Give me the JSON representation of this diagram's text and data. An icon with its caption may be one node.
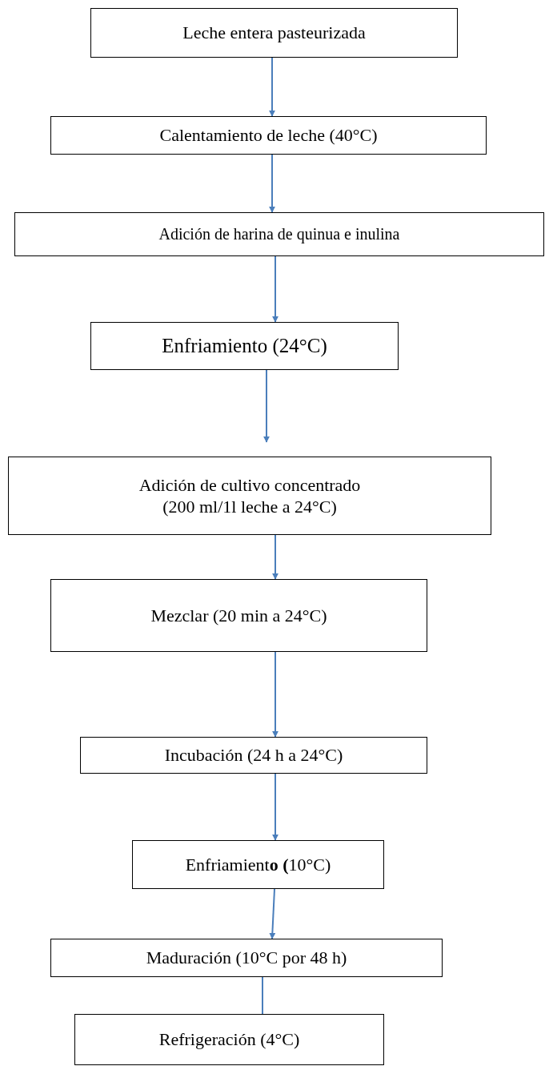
{
  "diagram": {
    "nodes": [
      {
        "text": [
          "Leche entera  pasteurizada"
        ]
      },
      {
        "text": [
          "Calentamiento de leche (40°C)"
        ]
      },
      {
        "text": [
          "Adición de harina de quinua e  inulina"
        ]
      },
      {
        "text": [
          "Enfriamiento (24°C)"
        ]
      },
      {
        "text": [
          "Adición de cultivo concentrado",
          "(200 ml/1l leche a 24°C)"
        ]
      },
      {
        "text": [
          "Mezclar (20 min a 24°C)"
        ]
      },
      {
        "text": [
          "Incubación (24 h a 24°C)"
        ]
      },
      {
        "text": [
          "Enfriamient**o** **(**10°C)"
        ]
      },
      {
        "text": [
          "Maduración (10°C por 48 h)"
        ]
      },
      {
        "text": [
          "Refrigeración (4°C)"
        ]
      }
    ],
    "edges": [
      {
        "from": 0,
        "to": 1,
        "arrow": "to"
      },
      {
        "from": 1,
        "to": 2,
        "arrow": "to"
      },
      {
        "from": 2,
        "to": 3,
        "arrow": "to"
      },
      {
        "from": 3,
        "to": 4,
        "arrow": "to"
      },
      {
        "from": 4,
        "to": 5,
        "arrow": "to"
      },
      {
        "from": 5,
        "to": 6,
        "arrow": "to"
      },
      {
        "from": 6,
        "to": 7,
        "arrow": "to"
      },
      {
        "from": 7,
        "to": 8,
        "arrow": "to"
      },
      {
        "from": 8,
        "to": 9,
        "arrow": "none"
      }
    ]
  }
}
